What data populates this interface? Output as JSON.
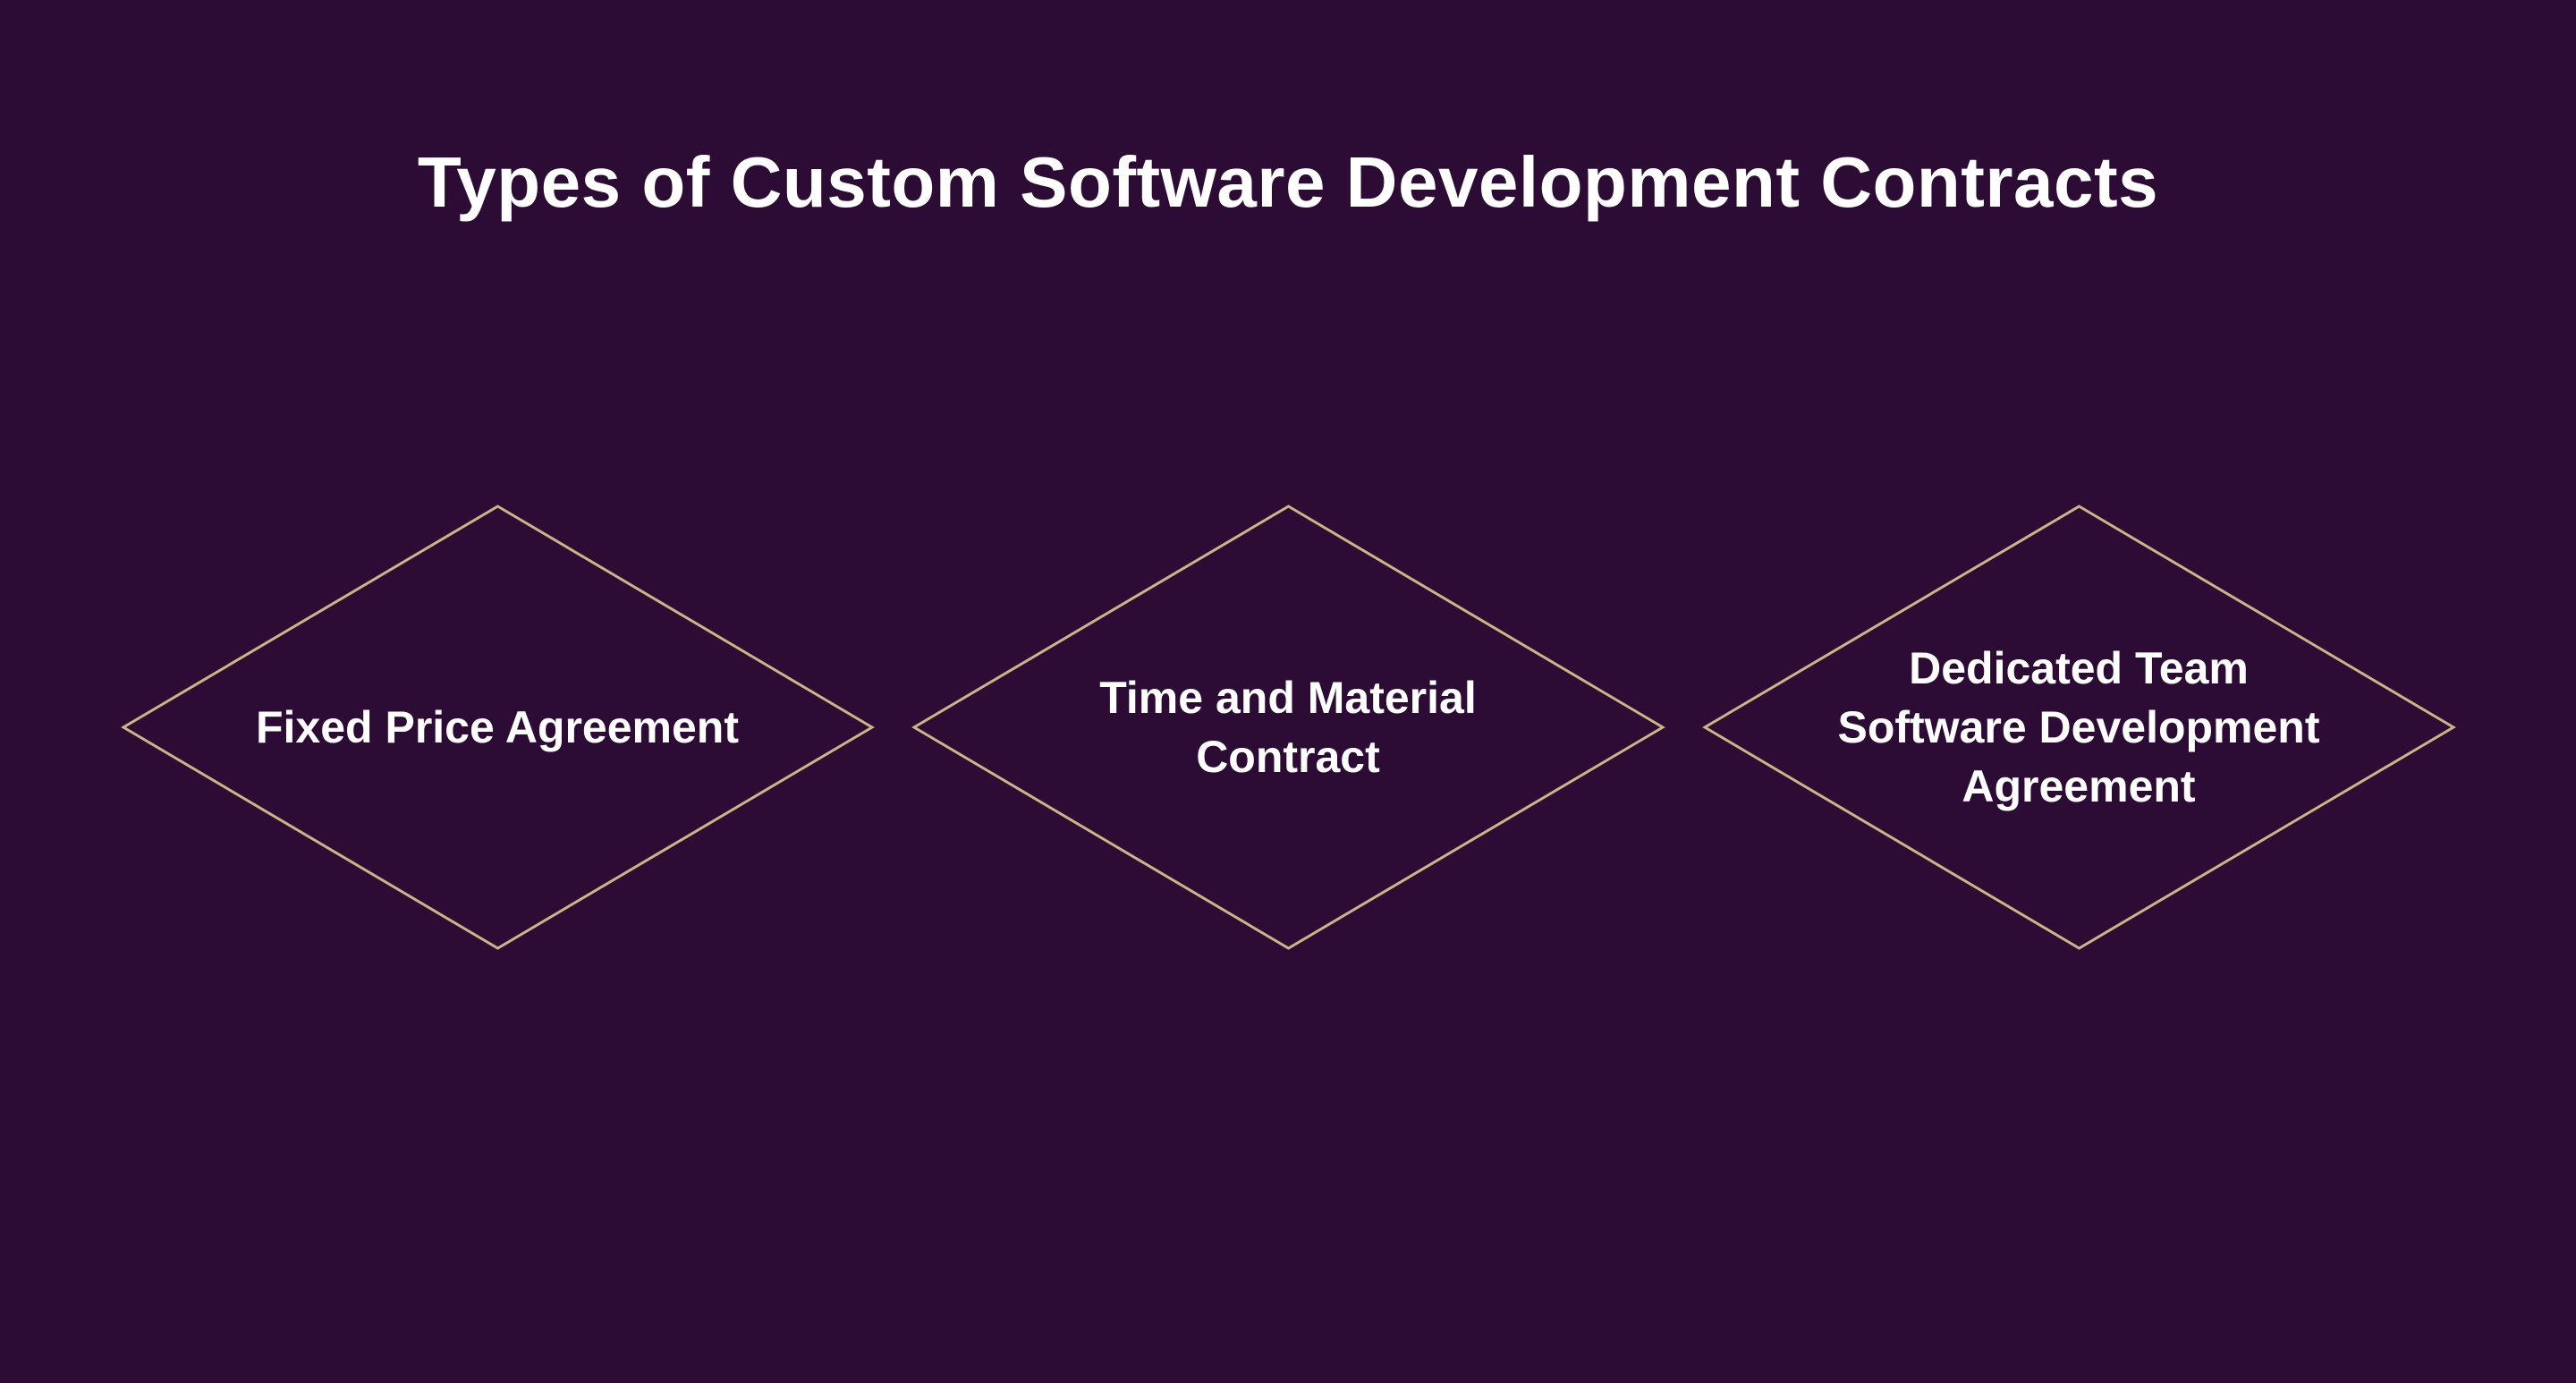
{
  "title": "Types of Custom Software Development Contracts",
  "colors": {
    "background": "#2c0b35",
    "accent": "#cbb585",
    "text": "#ffffff"
  },
  "diamonds": [
    {
      "label": "Fixed Price Agreement"
    },
    {
      "label": "Time and Material\nContract"
    },
    {
      "label": "Dedicated Team\nSoftware Development\nAgreement"
    }
  ]
}
